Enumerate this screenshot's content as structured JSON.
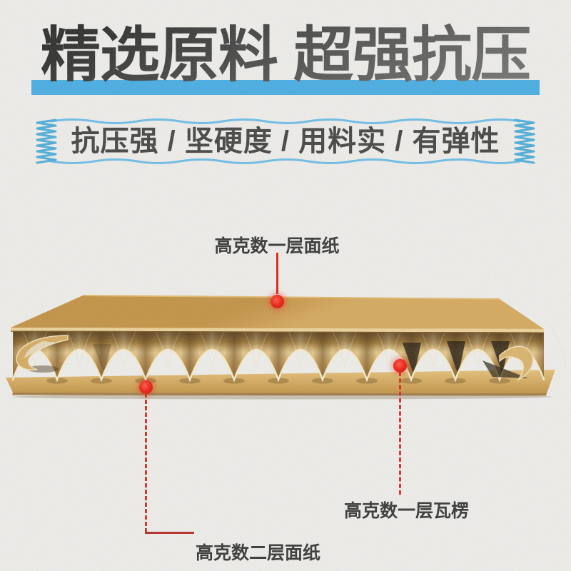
{
  "title": {
    "text": "精选原料 超强抗压",
    "underline_color": "#3fabe5"
  },
  "subtitle": {
    "display": "抗压强 / 坚硬度 / 用料实 / 有弹性",
    "items": [
      "抗压强",
      "坚硬度",
      "用料实",
      "有弹性"
    ],
    "separator": "/",
    "wave_color": "#68bde9",
    "coil_color": "#46abdb"
  },
  "diagram": {
    "labels": {
      "top_liner": "高克数一层面纸",
      "bottom_liner": "高克数二层面纸",
      "fluting": "高克数一层瓦楞"
    },
    "marker_color": "#e0180f",
    "board_colors": {
      "sheet": "#cd9a49",
      "wave_light": "#e8c98c",
      "wave_dark": "#7a5420",
      "edge_highlight": "#f8ecca",
      "base_edge": "#92641f"
    }
  }
}
